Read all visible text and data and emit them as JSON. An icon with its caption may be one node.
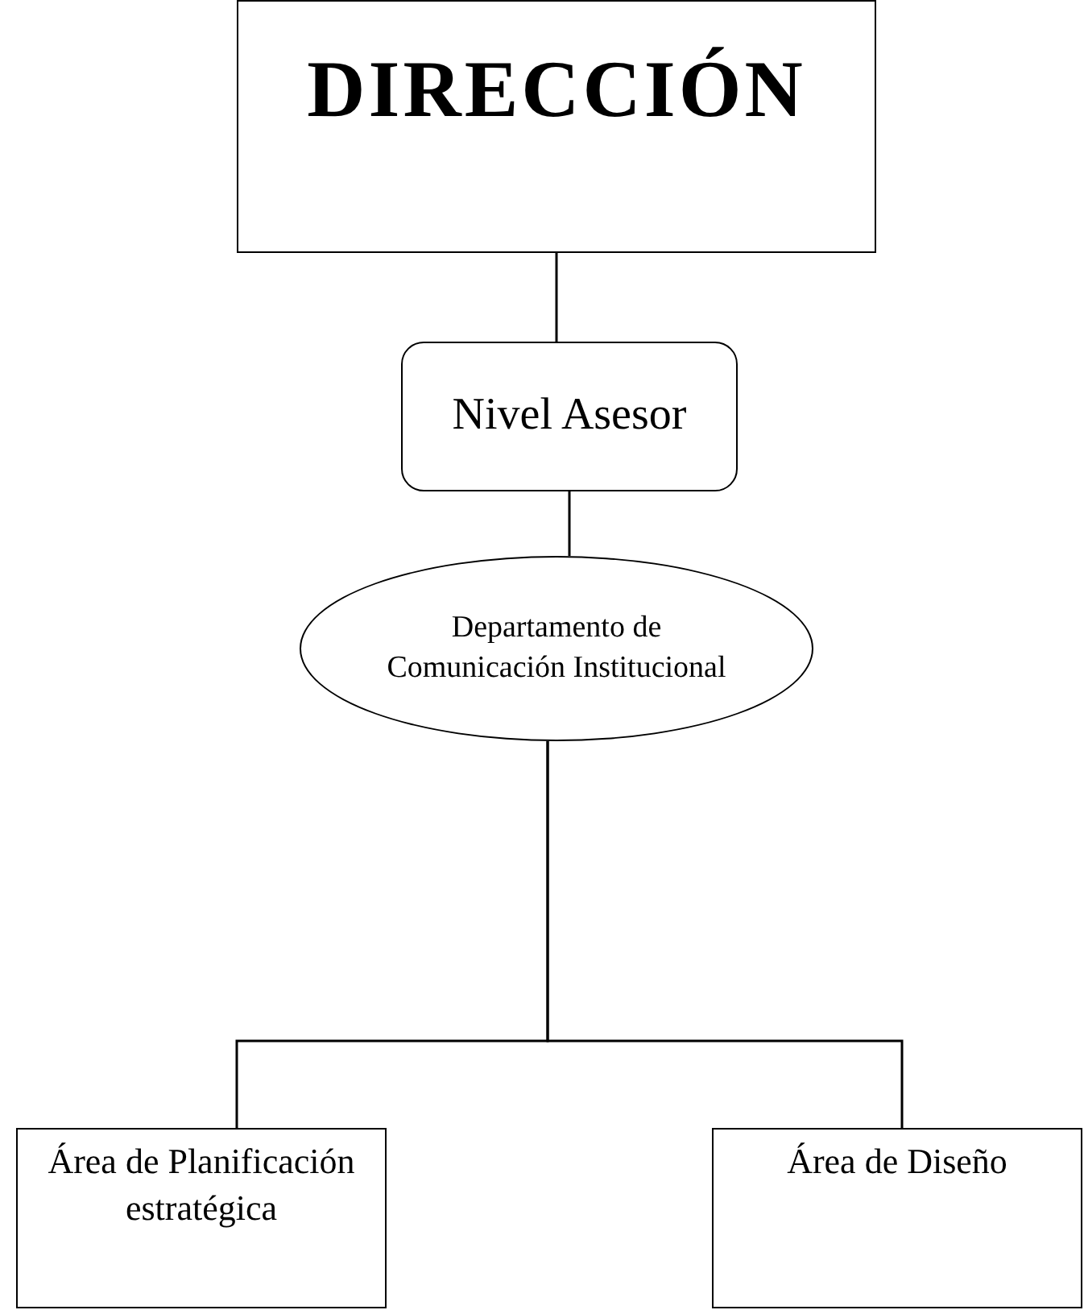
{
  "diagram": {
    "nodes": [
      {
        "text": [
          "DIRECCIÓN"
        ]
      },
      {
        "text": [
          "Nivel Asesor"
        ]
      },
      {
        "text": [
          "Departamento de Comunicación Institucional"
        ]
      },
      {
        "text": [
          "Área de Planificación estratégica"
        ]
      },
      {
        "text": [
          "Área de Diseño"
        ]
      }
    ],
    "edges": [
      {
        "from": 0,
        "to": 1,
        "arrow": "none"
      },
      {
        "from": 1,
        "to": 2,
        "arrow": "none"
      },
      {
        "from": 2,
        "to": 3,
        "arrow": "none"
      },
      {
        "from": 2,
        "to": 4,
        "arrow": "none"
      }
    ]
  }
}
